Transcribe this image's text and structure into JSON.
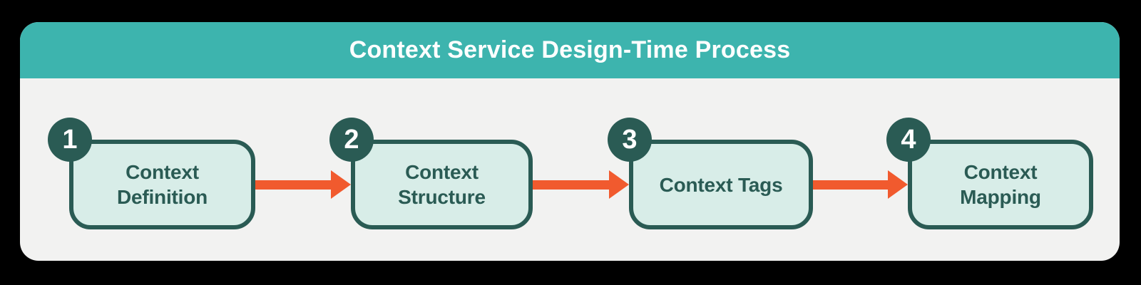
{
  "diagram": {
    "title": "Context Service Design-Time Process",
    "steps": [
      {
        "number": "1",
        "label": "Context\nDefinition"
      },
      {
        "number": "2",
        "label": "Context\nStructure"
      },
      {
        "number": "3",
        "label": "Context Tags"
      },
      {
        "number": "4",
        "label": "Context\nMapping"
      }
    ]
  },
  "colors": {
    "page_background": "#000000",
    "card_background": "#F2F2F1",
    "header_background": "#3DB4AE",
    "title_text": "#FFFFFF",
    "step_fill": "#D8EDE8",
    "step_border": "#2A5B54",
    "step_text": "#2A5B54",
    "badge_background": "#2A5B54",
    "badge_text": "#FFFFFF",
    "arrow": "#F15A2E"
  }
}
